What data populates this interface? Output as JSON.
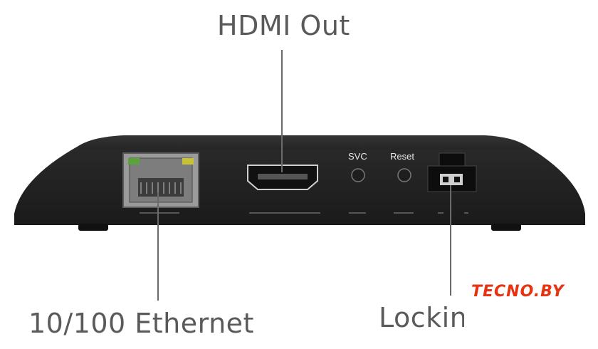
{
  "callouts": {
    "hdmi_out": "HDMI Out",
    "ethernet": "10/100 Ethernet",
    "locking": "Locking"
  },
  "device": {
    "svc_label": "SVC",
    "reset_label": "Reset"
  },
  "watermark": {
    "text": "TECNO.BY"
  },
  "colors": {
    "device_body": "#232323",
    "callout_text": "#5a5a5a",
    "watermark": "#e63312",
    "led_green": "#5aa33a",
    "led_yellow": "#c8c23a"
  }
}
